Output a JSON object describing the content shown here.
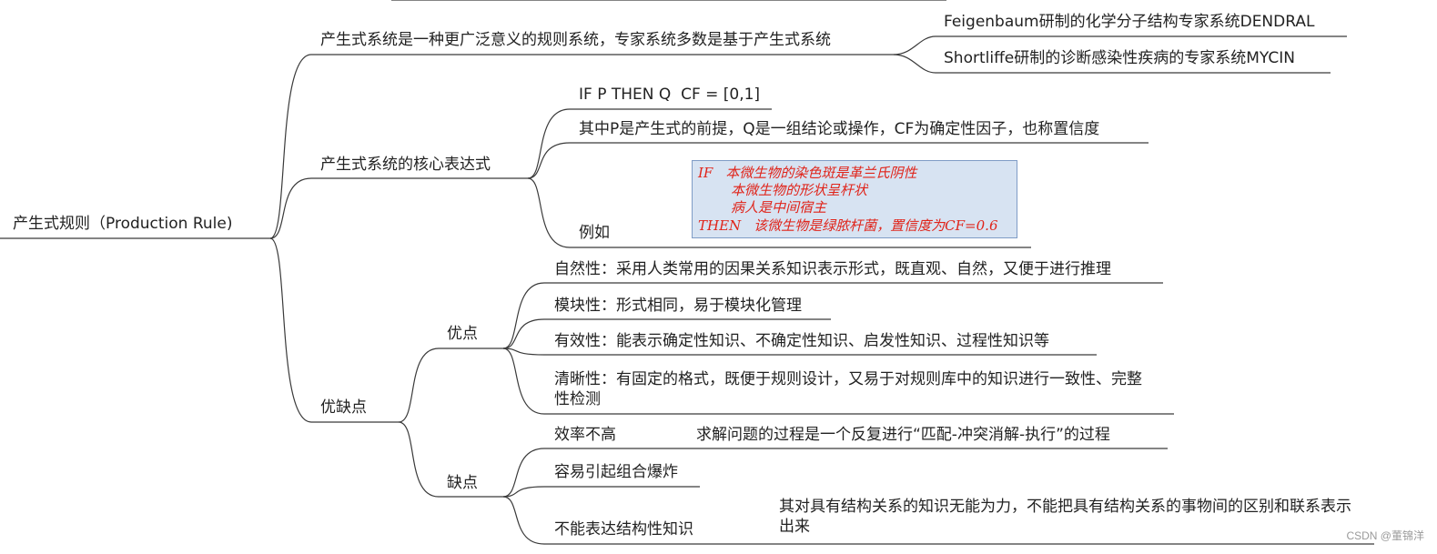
{
  "root": {
    "label": "产生式规则（Production Rule)"
  },
  "branch1": {
    "label": "产生式系统是一种更广泛意义的规则系统，专家系统多数是基于产生式系统",
    "children": [
      "Feigenbaum研制的化学分子结构专家系统DENDRAL",
      "Shortliffe研制的诊断感染性疾病的专家系统MYCIN"
    ]
  },
  "branch2": {
    "label": "产生式系统的核心表达式",
    "formula": "IF P THEN Q  CF = [0,1]",
    "explanation": "其中P是产生式的前提，Q是一组结论或操作，CF为确定性因子，也称置信度",
    "example_label": "例如",
    "example_box": {
      "if_kw": "IF",
      "line1": "本微生物的染色斑是革兰氏阴性",
      "line2": "本微生物的形状呈杆状",
      "line3": "病人是中间宿主",
      "then_kw": "THEN",
      "line4": "该微生物是绿脓杆菌，置信度为CF=0.6"
    }
  },
  "branch3": {
    "label": "优缺点",
    "pros": {
      "label": "优点",
      "items": [
        "自然性：采用人类常用的因果关系知识表示形式，既直观、自然，又便于进行推理",
        "模块性：形式相同，易于模块化管理",
        "有效性：能表示确定性知识、不确定性知识、启发性知识、过程性知识等",
        "清晰性：有固定的格式，既便于规则设计，又易于对规则库中的知识进行一致性、完整性检测"
      ]
    },
    "cons": {
      "label": "缺点",
      "items": [
        {
          "label": "效率不高",
          "detail": "求解问题的过程是一个反复进行“匹配-冲突消解-执行”的过程"
        },
        {
          "label": "容易引起组合爆炸"
        },
        {
          "label": "不能表达结构性知识",
          "detail": "其对具有结构关系的知识无能为力，不能把具有结构关系的事物间的区别和联系表示出来"
        }
      ]
    }
  },
  "watermark": "CSDN @董锦洋",
  "colors": {
    "line": "#3a3a3a",
    "example_text": "#e0241a",
    "example_bg": "#d7e3f2",
    "example_border": "#7f9cc6"
  }
}
